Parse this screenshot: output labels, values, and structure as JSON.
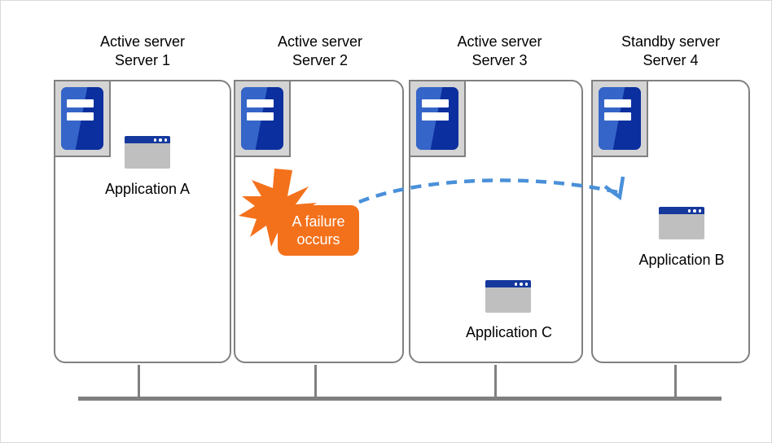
{
  "diagram": {
    "title_hidden": "Cluster failover between active and standby servers",
    "accent_orange": "#f4711b",
    "accent_blue": "#4a90d9",
    "server_blue_dark": "#0b2f9e",
    "server_blue_light": "#3565c8",
    "frame_gray": "#808080"
  },
  "servers": [
    {
      "role": "Active server",
      "name": "Server 1",
      "app": {
        "label": "Application A"
      }
    },
    {
      "role": "Active server",
      "name": "Server 2",
      "app": null
    },
    {
      "role": "Active server",
      "name": "Server 3",
      "app": {
        "label": "Application  C"
      }
    },
    {
      "role": "Standby server",
      "name": "Server 4",
      "app": {
        "label": "Application  B"
      }
    }
  ],
  "failure": {
    "line1": "A failure",
    "line2": "occurs",
    "burst_name": "failure-burst"
  },
  "arrow": {
    "from_server": "Server 2",
    "to_server": "Server 4",
    "style": "dashed-curved-arrow"
  }
}
